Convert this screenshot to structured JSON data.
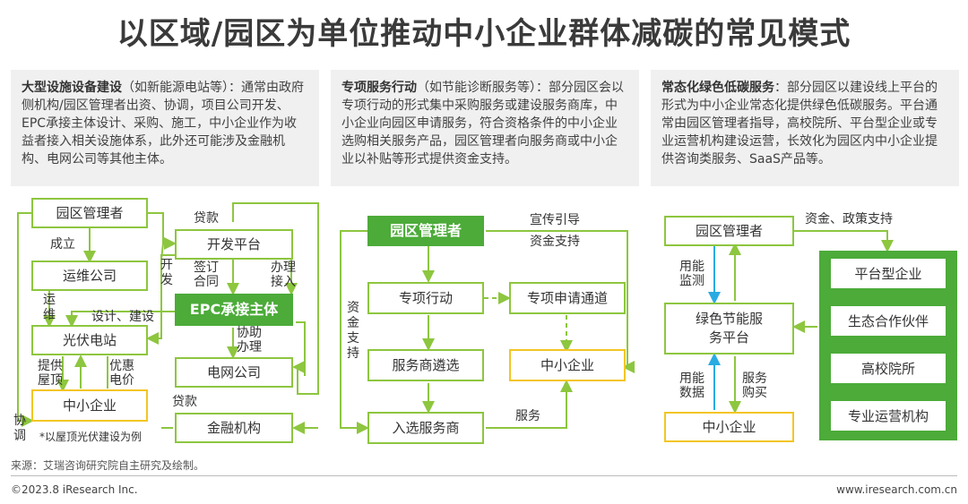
{
  "title": "以区域/园区为单位推动中小企业群体减碳的常见模式",
  "panels": [
    {
      "heading": "大型设施设备建设",
      "body": "（如新能源电站等）：通常由政府侧机构/园区管理者出资、协调，项目公司开发、EPC承接主体设计、采购、施工，中小企业作为收益者接入相关设施体系，此外还可能涉及金融机构、电网公司等其他主体。"
    },
    {
      "heading": "专项服务行动",
      "body": "（如节能诊断服务等）：部分园区会以专项行动的形式集中采购服务或建设服务商库，中小企业向园区申请服务，符合资格条件的中小企业选购相关服务产品，园区管理者向服务商或中小企业以补贴等形式提供资金支持。"
    },
    {
      "heading": "常态化绿色低碳服务",
      "body": "：部分园区以建设线上平台的形式为中小企业常态化提供绿色低碳服务。平台通常由园区管理者指导，高校院所、平台型企业或专业运营机构建设运营，长效化为园区内中小企业提供咨询类服务、SaaS产品等。"
    }
  ],
  "diagram1": {
    "nodes": {
      "park_manager": "园区管理者",
      "ops_company": "运维公司",
      "pv_station": "光伏电站",
      "sme": "中小企业",
      "dev_platform": "开发平台",
      "epc": "EPC承接主体",
      "grid": "电网公司",
      "finance": "金融机构"
    },
    "labels": {
      "establish": "成立",
      "loan_top": "贷款",
      "develop": "开发",
      "sign_contract": "签订合同",
      "manage_access": "办理接入",
      "ops": "运维",
      "design_build": "设计、建设",
      "assist": "协助办理",
      "provide_roof": "提供屋顶",
      "discount_price": "优惠电价",
      "loan_bottom": "贷款",
      "coordinate": "协调",
      "note": "*以屋顶光伏建设为例"
    }
  },
  "diagram2": {
    "nodes": {
      "park_manager": "园区管理者",
      "special_action": "专项行动",
      "special_channel": "专项申请通道",
      "vendor_select": "服务商遴选",
      "sme": "中小企业",
      "selected_vendor": "入选服务商"
    },
    "labels": {
      "publicity": "宣传引导",
      "funding": "资金支持",
      "fund_support_v": "资金支持",
      "service": "服务"
    }
  },
  "diagram3": {
    "nodes": {
      "park_manager": "园区管理者",
      "green_platform": "绿色节能服务平台",
      "sme": "中小企业",
      "platform_company": "平台型企业",
      "eco_partner": "生态合作伙伴",
      "university": "高校院所",
      "ops_org": "专业运营机构"
    },
    "labels": {
      "fund_policy": "资金、政策支持",
      "energy_monitor": "用能监测",
      "energy_data": "用能数据",
      "service_purchase": "服务购买"
    }
  },
  "source": "来源：艾瑞咨询研究院自主研究及绘制。",
  "footer_left": "©2023.8 iResearch Inc.",
  "footer_right": "www.iresearch.com.cn",
  "colors": {
    "green": "#8dc63f",
    "dark_green": "#4cab39",
    "yellow": "#f3c623",
    "blue": "#29abe2"
  }
}
